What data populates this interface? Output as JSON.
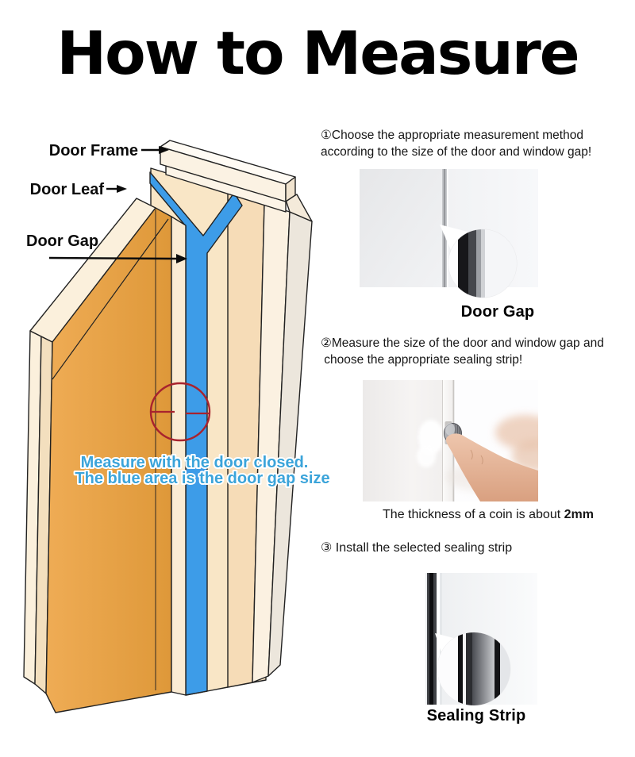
{
  "title": "How to Measure",
  "colors": {
    "door_orange": "#E6A249",
    "frame_cream": "#F9E6C6",
    "gap_blue": "#3D9CE8",
    "target_red": "#A8232E",
    "caption_blue": "#3BA4DA"
  },
  "diagram": {
    "label_door_frame": "Door Frame",
    "label_door_leaf": "Door Leaf",
    "label_door_gap": "Door Gap",
    "caption_line1": "Measure with the door closed.",
    "caption_line2": "The blue area is the door gap size"
  },
  "steps": {
    "step1": {
      "lines": [
        "①Choose the appropriate measurement method",
        "according to the size of the door and window gap!"
      ],
      "image_label": "Door Gap"
    },
    "step2": {
      "lines": [
        "②Measure the size of the door and window gap and",
        " choose the appropriate sealing strip!"
      ],
      "caption_prefix": "The thickness of a coin is about ",
      "caption_value": "2mm"
    },
    "step3": {
      "text": "③ Install the selected sealing strip",
      "image_label": "Sealing Strip"
    }
  }
}
